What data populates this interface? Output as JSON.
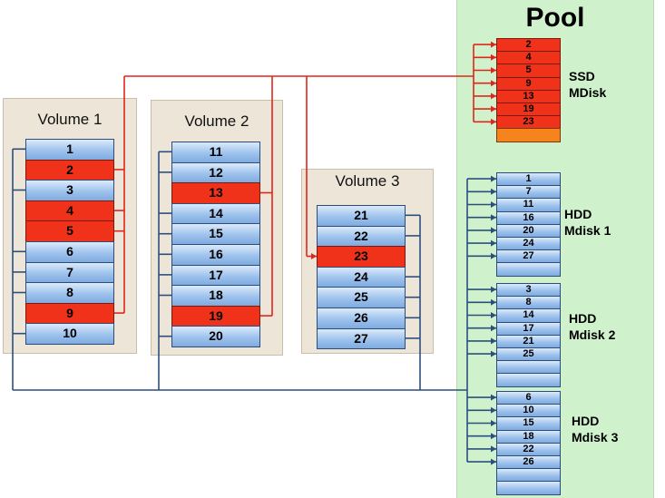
{
  "pool_title": "Pool",
  "volumes": [
    {
      "title": "Volume 1",
      "cells": [
        {
          "n": "1",
          "s": "hdd"
        },
        {
          "n": "2",
          "s": "ssd"
        },
        {
          "n": "3",
          "s": "hdd"
        },
        {
          "n": "4",
          "s": "ssd"
        },
        {
          "n": "5",
          "s": "ssd"
        },
        {
          "n": "6",
          "s": "hdd"
        },
        {
          "n": "7",
          "s": "hdd"
        },
        {
          "n": "8",
          "s": "hdd"
        },
        {
          "n": "9",
          "s": "ssd"
        },
        {
          "n": "10",
          "s": "hdd"
        }
      ]
    },
    {
      "title": "Volume 2",
      "cells": [
        {
          "n": "11",
          "s": "hdd"
        },
        {
          "n": "12",
          "s": "hdd"
        },
        {
          "n": "13",
          "s": "ssd"
        },
        {
          "n": "14",
          "s": "hdd"
        },
        {
          "n": "15",
          "s": "hdd"
        },
        {
          "n": "16",
          "s": "hdd"
        },
        {
          "n": "17",
          "s": "hdd"
        },
        {
          "n": "18",
          "s": "hdd"
        },
        {
          "n": "19",
          "s": "ssd"
        },
        {
          "n": "20",
          "s": "hdd"
        }
      ]
    },
    {
      "title": "Volume 3",
      "cells": [
        {
          "n": "21",
          "s": "hdd"
        },
        {
          "n": "22",
          "s": "hdd"
        },
        {
          "n": "23",
          "s": "ssd"
        },
        {
          "n": "24",
          "s": "hdd"
        },
        {
          "n": "25",
          "s": "hdd"
        },
        {
          "n": "26",
          "s": "hdd"
        },
        {
          "n": "27",
          "s": "hdd"
        }
      ]
    }
  ],
  "mdisks": [
    {
      "label_line1": "SSD",
      "label_line2": "MDisk",
      "type": "ssd",
      "cells": [
        "2",
        "4",
        "5",
        "9",
        "13",
        "19",
        "23",
        ""
      ]
    },
    {
      "label_line1": "HDD",
      "label_line2": "Mdisk 1",
      "type": "hdd",
      "cells": [
        "1",
        "7",
        "11",
        "16",
        "20",
        "24",
        "27",
        ""
      ]
    },
    {
      "label_line1": "HDD",
      "label_line2": "Mdisk 2",
      "type": "hdd",
      "cells": [
        "3",
        "8",
        "14",
        "17",
        "21",
        "25",
        "",
        ""
      ]
    },
    {
      "label_line1": "HDD",
      "label_line2": "Mdisk 3",
      "type": "hdd",
      "cells": [
        "6",
        "10",
        "15",
        "18",
        "22",
        "26",
        "",
        ""
      ]
    }
  ],
  "colors": {
    "ssd": "#f0321a",
    "hdd": "#9dc2ec",
    "free_ssd": "#f7831c",
    "red_line": "#e0261a",
    "blue_line": "#2b4f7d",
    "pool_bg": "#cff2cc"
  }
}
